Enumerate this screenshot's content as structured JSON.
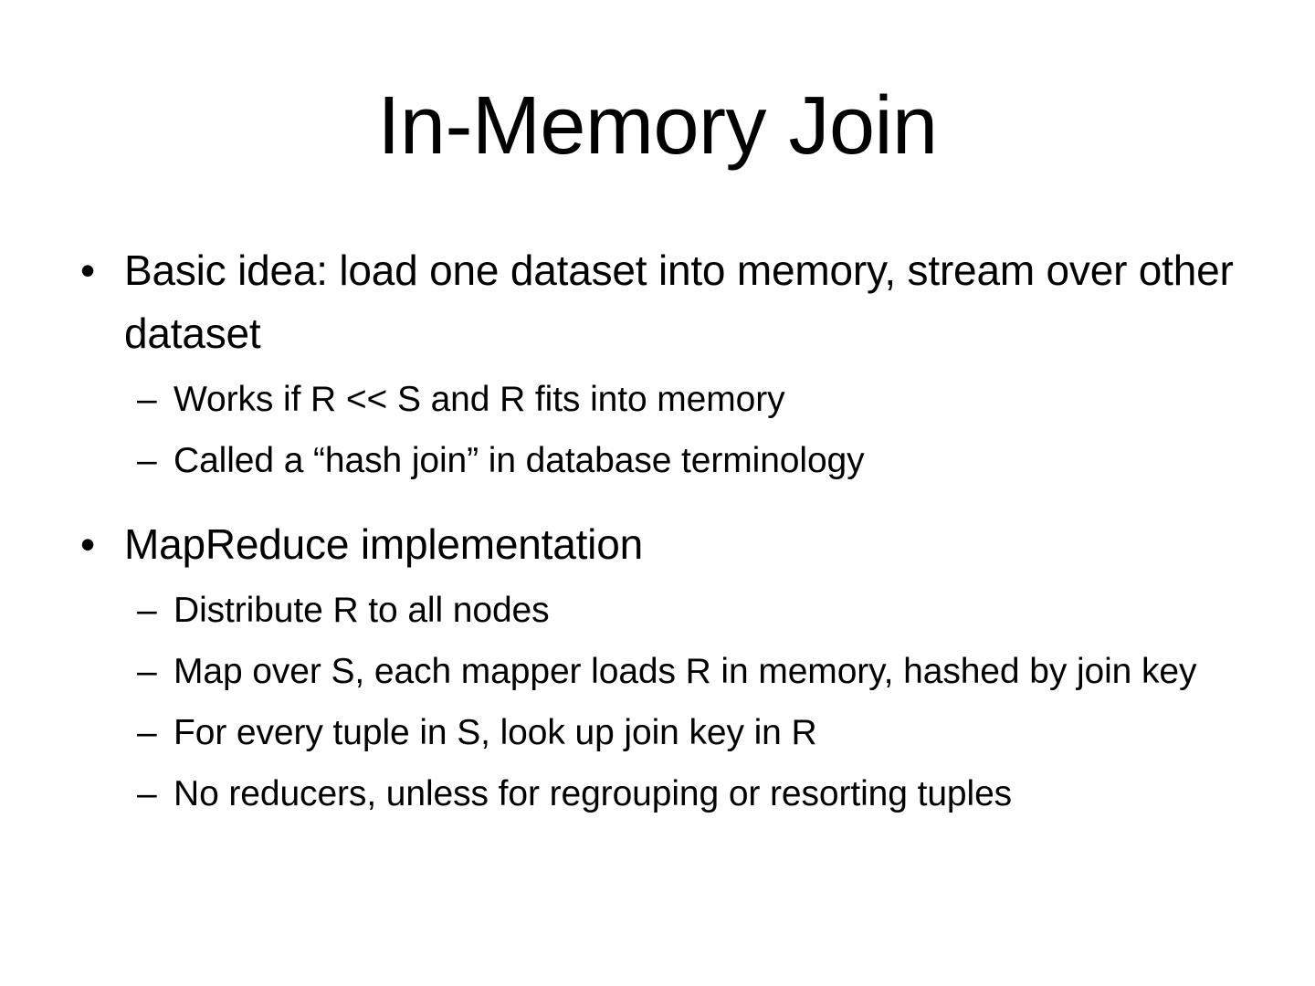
{
  "slide": {
    "title": "In-Memory Join",
    "background_color": "#ffffff",
    "text_color": "#000000",
    "markers": {
      "level1": "•",
      "level2": "–"
    },
    "groups": [
      {
        "bullet": "Basic idea: load one dataset into memory, stream over other dataset",
        "sub_bullets": [
          "Works if R << S and R fits into memory",
          "Called a “hash join” in database terminology"
        ]
      },
      {
        "bullet": "MapReduce implementation",
        "sub_bullets": [
          "Distribute R to all nodes",
          "Map over S, each mapper loads R in memory, hashed by join key",
          "For every tuple in S, look up join key in R",
          "No reducers, unless for regrouping or resorting tuples"
        ]
      }
    ]
  }
}
